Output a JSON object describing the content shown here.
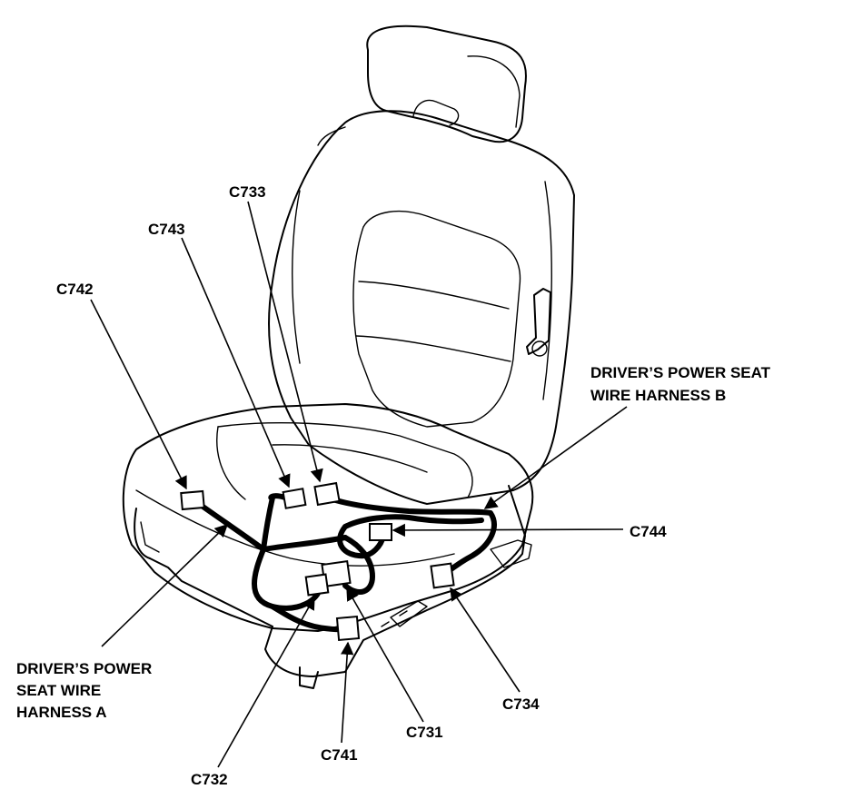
{
  "labels": {
    "c733": "C733",
    "c743": "C743",
    "c742": "C742",
    "c744": "C744",
    "c734": "C734",
    "c731": "C731",
    "c741": "C741",
    "c732": "C732",
    "harness_b_line1": "DRIVER’S POWER SEAT",
    "harness_b_line2": "WIRE HARNESS B",
    "harness_a_line1": "DRIVER’S POWER",
    "harness_a_line2": "SEAT WIRE",
    "harness_a_line3": "HARNESS A"
  }
}
